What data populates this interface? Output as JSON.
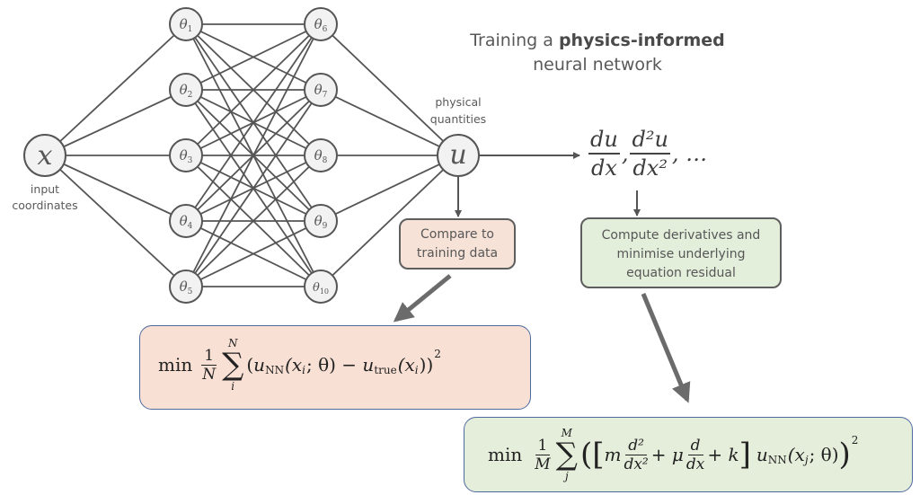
{
  "title": {
    "prefix": "Training a ",
    "bold": "physics-informed",
    "line2": "neural network"
  },
  "input_node": {
    "symbol": "x",
    "label_line1": "input",
    "label_line2": "coordinates"
  },
  "output_node": {
    "symbol": "u",
    "label_line1": "physical",
    "label_line2": "quantities"
  },
  "hidden_layer_1": [
    {
      "symbol": "θ",
      "index": "1"
    },
    {
      "symbol": "θ",
      "index": "2"
    },
    {
      "symbol": "θ",
      "index": "3"
    },
    {
      "symbol": "θ",
      "index": "4"
    },
    {
      "symbol": "θ",
      "index": "5"
    }
  ],
  "hidden_layer_2": [
    {
      "symbol": "θ",
      "index": "6"
    },
    {
      "symbol": "θ",
      "index": "7"
    },
    {
      "symbol": "θ",
      "index": "8"
    },
    {
      "symbol": "θ",
      "index": "9"
    },
    {
      "symbol": "θ",
      "index": "10"
    }
  ],
  "derivatives": {
    "d1_num": "du",
    "d1_den": "dx",
    "d2_num": "d²u",
    "d2_den": "dx²",
    "comma": ",",
    "ellipsis": ", …"
  },
  "boxes": {
    "compare": {
      "line1": "Compare to",
      "line2": "training data"
    },
    "derive": {
      "line1": "Compute derivatives and",
      "line2": "minimise underlying",
      "line3": "equation residual"
    }
  },
  "equations": {
    "data_loss": {
      "min": "min",
      "frac_num": "1",
      "frac_den": "N",
      "sum_upper": "N",
      "sum_lower": "i",
      "body_open": "(",
      "u": "u",
      "nn_sub": "NN",
      "arg1": "(x",
      "arg1_sub": "i",
      "arg1_rest": "; θ) − ",
      "u2": "u",
      "true_sub": "true",
      "arg2": "(x",
      "arg2_sub": "i",
      "arg2_rest": "))",
      "power": "2"
    },
    "physics_loss": {
      "min": "min",
      "frac_num": "1",
      "frac_den": "M",
      "sum_upper": "M",
      "sum_lower": "j",
      "paren_open": "(",
      "bracket_open": "[",
      "m": "m",
      "d2_num": "d²",
      "d2_den": "dx²",
      "plus1": "+ μ",
      "d1_num": "d",
      "d1_den": "dx",
      "plus2": "+ k",
      "bracket_close": "]",
      "u": "u",
      "nn_sub": "NN",
      "arg": "(x",
      "arg_sub": "j",
      "arg_rest": "; θ)",
      "paren_close": ")",
      "power": "2"
    }
  },
  "colors": {
    "line": "#555555",
    "node_fill": "#f2f2f2",
    "compare_fill": "#f7e2d8",
    "derive_fill": "#e3eedb",
    "eq_border": "#4e6a9e",
    "thick_arrow": "#6b6b6b"
  }
}
